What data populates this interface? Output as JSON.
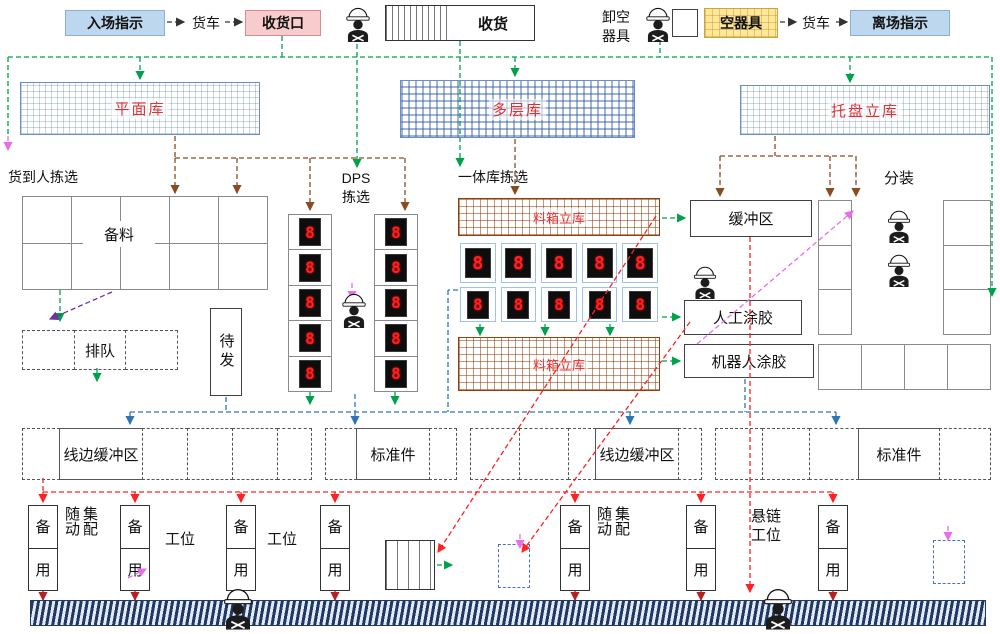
{
  "top": {
    "entry_sign": "入场指示",
    "truck_left": "货车",
    "receiving_gate": "收货口",
    "receiving": "收货",
    "unload_label": "卸空\n器具",
    "empty_equipment": "空器具",
    "truck_right": "货车",
    "exit_sign": "离场指示"
  },
  "warehouses": {
    "flat": "平面库",
    "multi": "多层库",
    "pallet": "托盘立库"
  },
  "picking": {
    "goods_to_person": "货到人拣选",
    "material_prep": "备料",
    "queue": "排队",
    "wait_dispatch": "待发",
    "dps_label": "DPS\n拣选",
    "digit": "8",
    "integrated": "一体库拣选",
    "bin_warehouse": "料箱立库",
    "buffer_zone": "缓冲区",
    "manual_glue": "人工涂胶",
    "robot_glue": "机器人涂胶",
    "subpack": "分装"
  },
  "line_area": {
    "line_buffer": "线边缓冲区",
    "standard_parts": "标准件"
  },
  "stations": {
    "spare_top": "备",
    "spare_bottom": "用",
    "follow_assembly": "随动\n集配",
    "workstation": "工位",
    "chain_station": "悬链\n工位"
  },
  "icons": {
    "worker": "hard-hat-worker"
  },
  "colors": {
    "sign_bg": "#BDD7EE",
    "gate_bg": "#F8CCCC",
    "empty_equipment_bg": "#FFE699",
    "warehouse_label": "#E03030",
    "flow_green": "#00A14B",
    "flow_brown": "#8A4B20",
    "flow_blue": "#2E75B6",
    "flow_red": "#FF2020",
    "flow_dark_red": "#B22222",
    "flow_magenta": "#E86DE8",
    "display_digit": "#FF2222",
    "belt": "#1F3864"
  }
}
